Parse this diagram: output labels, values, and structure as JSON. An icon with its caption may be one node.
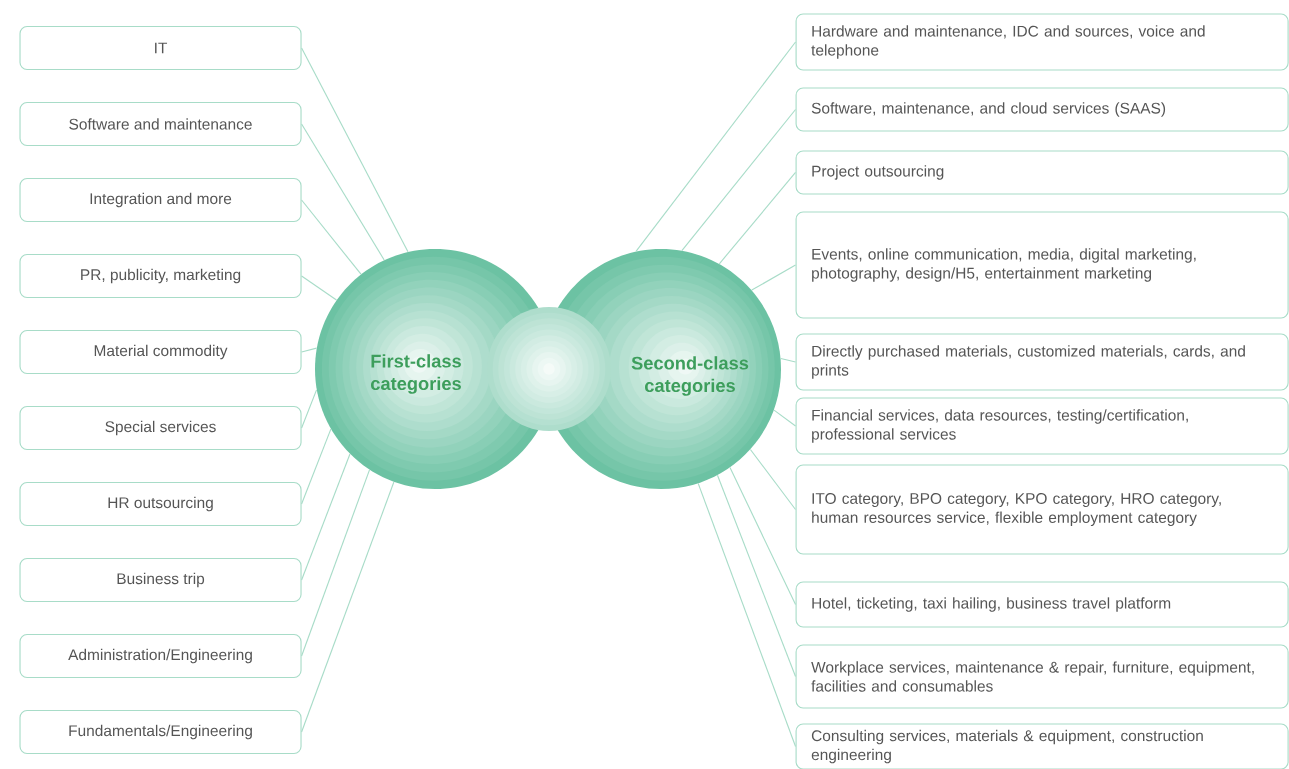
{
  "diagram": {
    "nodes": [
      {
        "text": [
          "First-class categories"
        ]
      },
      {
        "text": [
          "Second-class categories"
        ]
      },
      {
        "text": [],
        "shape": "circle"
      },
      {
        "text": [
          "IT"
        ]
      },
      {
        "text": [
          "Software and maintenance"
        ]
      },
      {
        "text": [
          "Integration and more"
        ]
      },
      {
        "text": [
          "PR, publicity, marketing"
        ]
      },
      {
        "text": [
          "Material commodity"
        ]
      },
      {
        "text": [
          "Special services"
        ]
      },
      {
        "text": [
          "HR outsourcing"
        ]
      },
      {
        "text": [
          "Business trip"
        ]
      },
      {
        "text": [
          "Administration/Engineering"
        ]
      },
      {
        "text": [
          "Fundamentals/Engineering"
        ]
      },
      {
        "text": [
          "Hardware and maintenance, IDC and sources, voice and telephone"
        ]
      },
      {
        "text": [
          "Software, maintenance, and cloud services (SAAS)"
        ]
      },
      {
        "text": [
          "Project outsourcing"
        ]
      },
      {
        "text": [
          "Events, online communication, media, digital marketing, photography, design/H5, entertainment marketing"
        ]
      },
      {
        "text": [
          "Directly purchased materials, customized materials, cards, and prints"
        ]
      },
      {
        "text": [
          "Financial services, data resources, testing/certification, professional services"
        ]
      },
      {
        "text": [
          "ITO category, BPO category, KPO category, HRO category, human resources service, flexible employment category"
        ]
      },
      {
        "text": [
          "Hotel, ticketing, taxi hailing, business travel platform"
        ]
      },
      {
        "text": [
          "Workplace services, maintenance & repair, furniture, equipment, facilities and consumables"
        ]
      },
      {
        "text": [
          "Consulting services, materials & equipment, construction engineering"
        ]
      }
    ],
    "edges": [
      {
        "from": 0,
        "to": 3,
        "arrow": "none"
      },
      {
        "from": 0,
        "to": 4,
        "arrow": "none"
      },
      {
        "from": 0,
        "to": 5,
        "arrow": "none"
      },
      {
        "from": 0,
        "to": 6,
        "arrow": "none"
      },
      {
        "from": 0,
        "to": 7,
        "arrow": "none"
      },
      {
        "from": 0,
        "to": 8,
        "arrow": "none"
      },
      {
        "from": 0,
        "to": 9,
        "arrow": "none"
      },
      {
        "from": 0,
        "to": 10,
        "arrow": "none"
      },
      {
        "from": 0,
        "to": 11,
        "arrow": "none"
      },
      {
        "from": 0,
        "to": 12,
        "arrow": "none"
      },
      {
        "from": 1,
        "to": 13,
        "arrow": "none"
      },
      {
        "from": 1,
        "to": 14,
        "arrow": "none"
      },
      {
        "from": 1,
        "to": 15,
        "arrow": "none"
      },
      {
        "from": 1,
        "to": 16,
        "arrow": "none"
      },
      {
        "from": 1,
        "to": 17,
        "arrow": "none"
      },
      {
        "from": 1,
        "to": 18,
        "arrow": "none"
      },
      {
        "from": 1,
        "to": 19,
        "arrow": "none"
      },
      {
        "from": 1,
        "to": 20,
        "arrow": "none"
      },
      {
        "from": 1,
        "to": 21,
        "arrow": "none"
      },
      {
        "from": 1,
        "to": 22,
        "arrow": "none"
      }
    ]
  }
}
